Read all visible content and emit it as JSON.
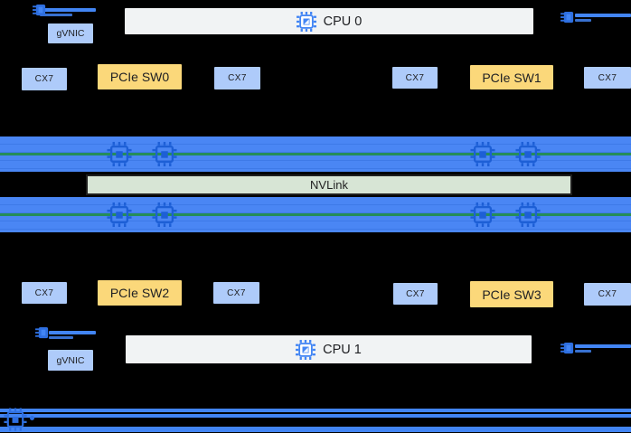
{
  "colors": {
    "bg": "#000000",
    "box_blue": "#aecbfa",
    "box_yellow": "#fbd87a",
    "box_gray": "#f1f3f4",
    "bar_blue": "#4a86f4",
    "bar_seam": "#3e7ae8",
    "chip_blue": "#1d5fd6",
    "link_blue": "#4285f4",
    "link_blue2": "#2e6fe0",
    "nvlink_green": "#d7e5d5",
    "nvlink_border": "#1f1f1f",
    "green_line": "#1e8e3e",
    "text_dark": "#202124"
  },
  "nodes": {
    "cpu0_label": "CPU 0",
    "cpu1_label": "CPU 1",
    "nvlink_label": "NVLink",
    "gvnic_top_label": "gVNIC",
    "gvnic_bottom_label": "gVNIC",
    "pcie_sw0_label": "PCIe SW0",
    "pcie_sw1_label": "PCIe SW1",
    "pcie_sw2_label": "PCIe SW2",
    "pcie_sw3_label": "PCIe SW3",
    "cx7_labels_top": [
      "CX7",
      "CX7",
      "CX7",
      "CX7"
    ],
    "cx7_labels_bottom": [
      "CX7",
      "CX7",
      "CX7",
      "CX7"
    ]
  },
  "icons": {
    "cpu": "cpu-chip-icon",
    "gpu": "gpu-chip-icon",
    "nic": "nic-link-icon",
    "bottom_chip": "network-chip-icon"
  }
}
